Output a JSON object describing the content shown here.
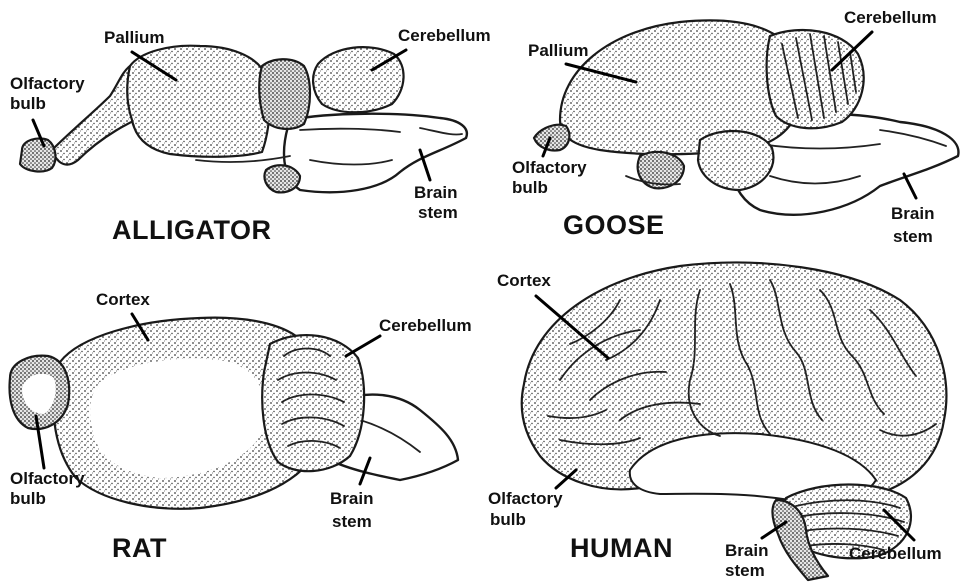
{
  "panels": {
    "alligator": {
      "title": "ALLIGATOR",
      "labels": {
        "olfactory_line1": "Olfactory",
        "olfactory_line2": "bulb",
        "pallium": "Pallium",
        "cerebellum": "Cerebellum",
        "brainstem_line1": "Brain",
        "brainstem_line2": "stem"
      }
    },
    "goose": {
      "title": "GOOSE",
      "labels": {
        "pallium": "Pallium",
        "cerebellum": "Cerebellum",
        "olfactory_line1": "Olfactory",
        "olfactory_line2": "bulb",
        "brainstem_line1": "Brain",
        "brainstem_line2": "stem"
      }
    },
    "rat": {
      "title": "RAT",
      "labels": {
        "cortex": "Cortex",
        "cerebellum": "Cerebellum",
        "olfactory_line1": "Olfactory",
        "olfactory_line2": "bulb",
        "brainstem_line1": "Brain",
        "brainstem_line2": "stem"
      }
    },
    "human": {
      "title": "HUMAN",
      "labels": {
        "cortex": "Cortex",
        "olfactory_line1": "Olfactory",
        "olfactory_line2": "bulb",
        "brainstem_line1": "Brain",
        "brainstem_line2": "stem",
        "cerebellum": "Cerebellum"
      }
    }
  }
}
